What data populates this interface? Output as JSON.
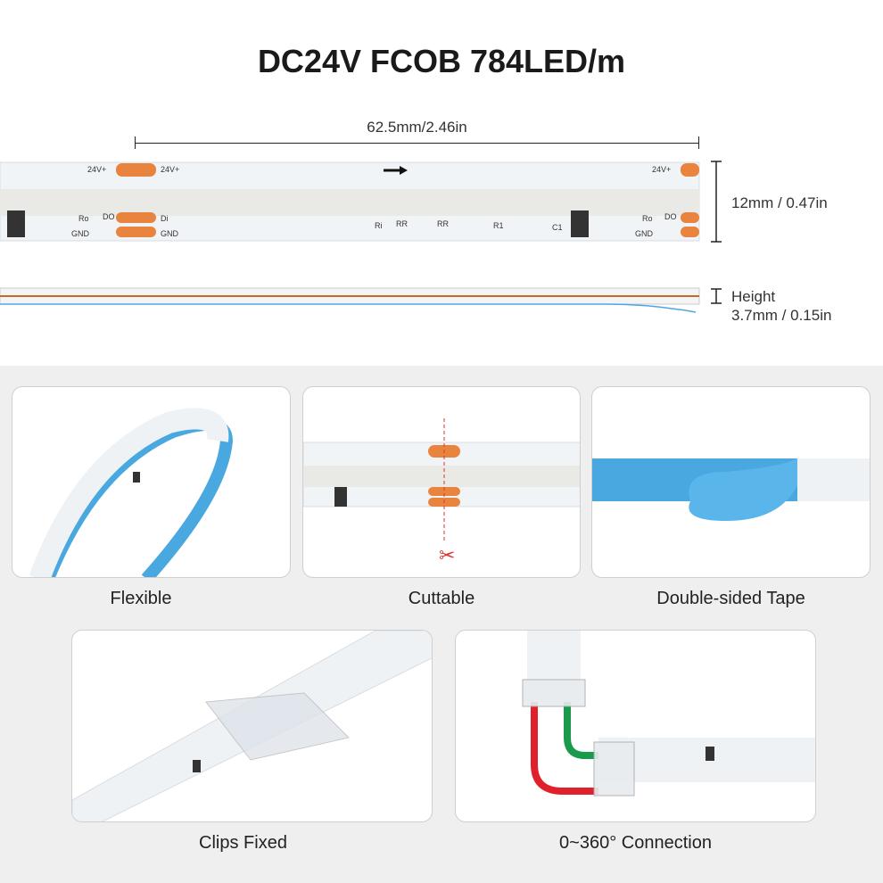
{
  "title": "DC24V FCOB 784LED/m",
  "dimensions": {
    "length": "62.5mm/2.46in",
    "width": "12mm / 0.47in",
    "height_label": "Height",
    "height_value": "3.7mm / 0.15in"
  },
  "strip_labels": {
    "v": "24V+",
    "ro": "Ro",
    "do": "DO",
    "di": "Di",
    "gnd": "GND",
    "ri": "Ri",
    "rr": "RR",
    "r1": "R1",
    "c1": "C1"
  },
  "features": [
    {
      "label": "Flexible"
    },
    {
      "label": "Cuttable"
    },
    {
      "label": "Double-sided Tape"
    },
    {
      "label": "Clips Fixed"
    },
    {
      "label": "0~360° Connection"
    }
  ],
  "colors": {
    "pad": "#e8843e",
    "tape": "#4aa8e0",
    "red": "#e0202a",
    "green": "#1a9a4a"
  }
}
